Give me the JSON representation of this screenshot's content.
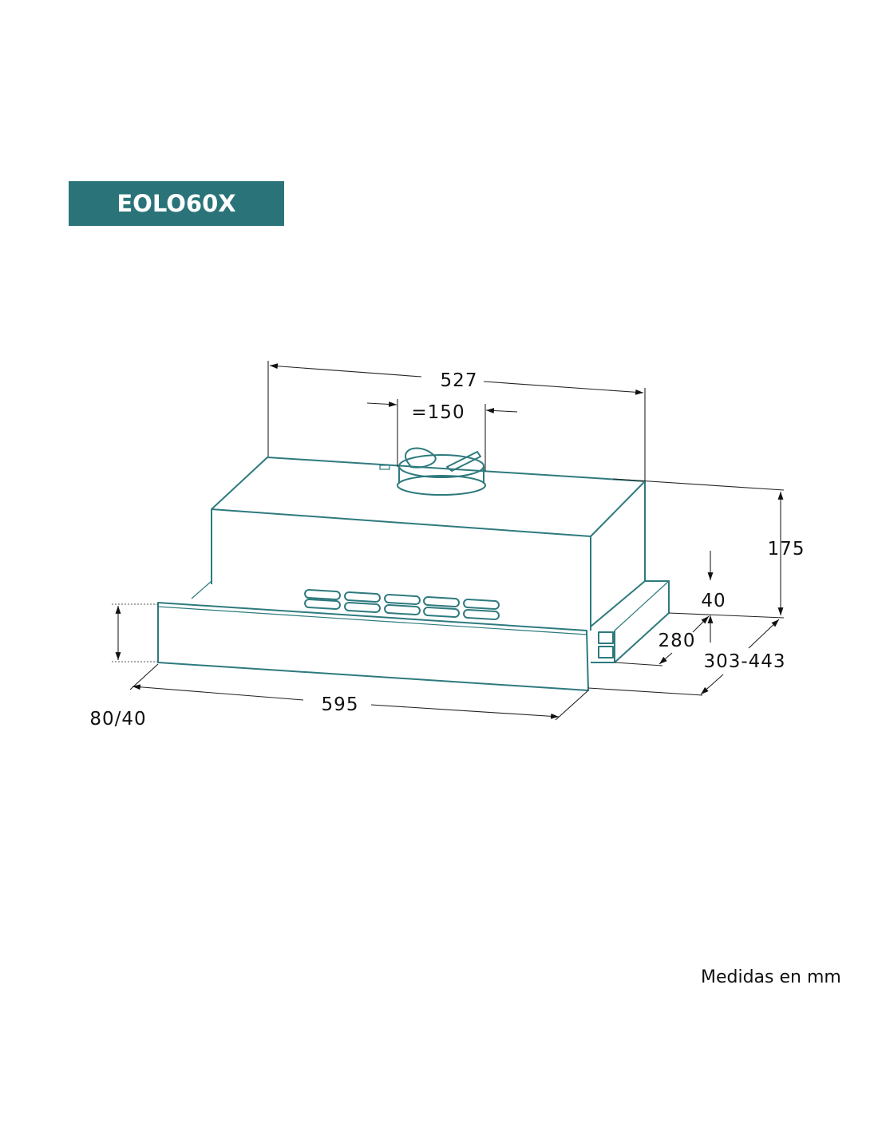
{
  "model": "EOLO60X",
  "colors": {
    "accent": "#2a7479",
    "line": "#2e7a7e"
  },
  "dimensions": {
    "width_top": "527",
    "outlet": "=150",
    "height": "175",
    "step": "40",
    "depth_fixed": "280",
    "depth_extended": "303-443",
    "width_total": "595",
    "front_panel": "80/40"
  },
  "units_note": "Medidas en mm"
}
